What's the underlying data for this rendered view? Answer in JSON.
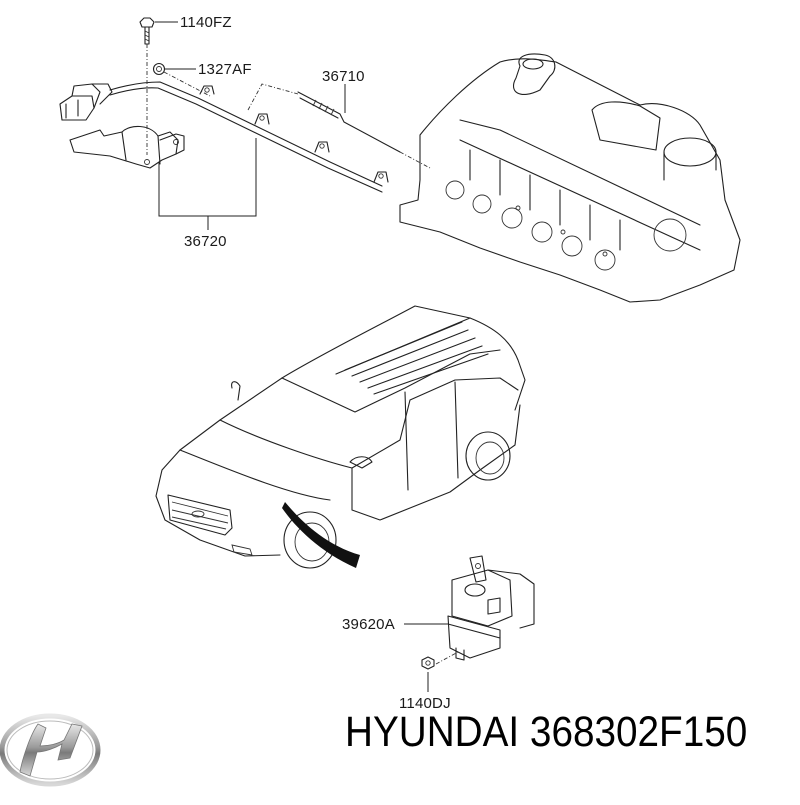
{
  "diagram": {
    "type": "parts-exploded-view",
    "callouts": [
      {
        "id": "c1",
        "label": "1140FZ",
        "part": "bolt"
      },
      {
        "id": "c2",
        "label": "1327AF",
        "part": "nut"
      },
      {
        "id": "c3",
        "label": "36710",
        "part": "glow-plug"
      },
      {
        "id": "c4",
        "label": "36720",
        "part": "glow-plug-wiring-harness"
      },
      {
        "id": "c5",
        "label": "39620A",
        "part": "glow-plug-control-unit"
      },
      {
        "id": "c6",
        "label": "1140DJ",
        "part": "nut"
      }
    ],
    "illustrations": [
      {
        "name": "engine-cylinder-head"
      },
      {
        "name": "suv-vehicle-location"
      },
      {
        "name": "hyundai-logo"
      }
    ]
  },
  "footer": {
    "brand": "HYUNDAI",
    "part_number": "368302F150",
    "title": "HYUNDAI 368302F150"
  }
}
